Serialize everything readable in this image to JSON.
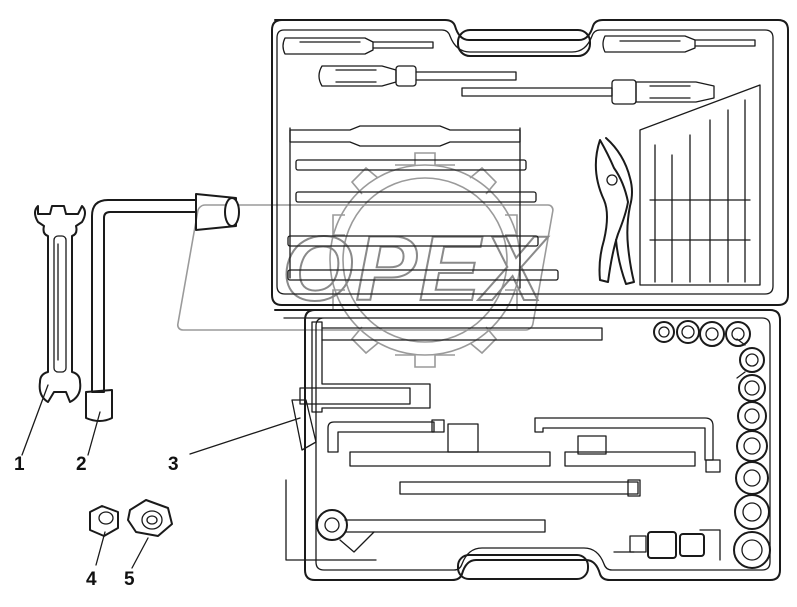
{
  "callouts": [
    {
      "id": "1",
      "label": "1"
    },
    {
      "id": "2",
      "label": "2"
    },
    {
      "id": "3",
      "label": "3"
    },
    {
      "id": "4",
      "label": "4"
    },
    {
      "id": "5",
      "label": "5"
    }
  ],
  "watermark": {
    "text": "OPEX"
  },
  "colors": {
    "line": "#1a1a1a",
    "watermark": "#8a8a8a",
    "background": "#ffffff"
  }
}
